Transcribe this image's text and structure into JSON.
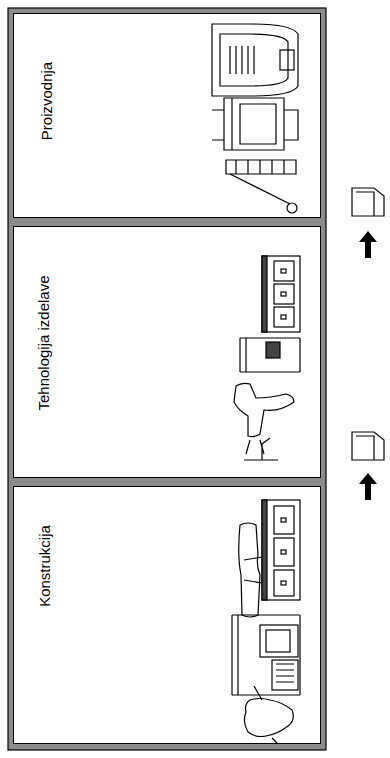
{
  "diagram": {
    "nodes": [
      {
        "text": [
          "Konstrukcija"
        ]
      },
      {
        "text": [
          "Tehnologija izdelave"
        ]
      },
      {
        "text": [
          "Proizvodnja"
        ]
      }
    ]
  }
}
